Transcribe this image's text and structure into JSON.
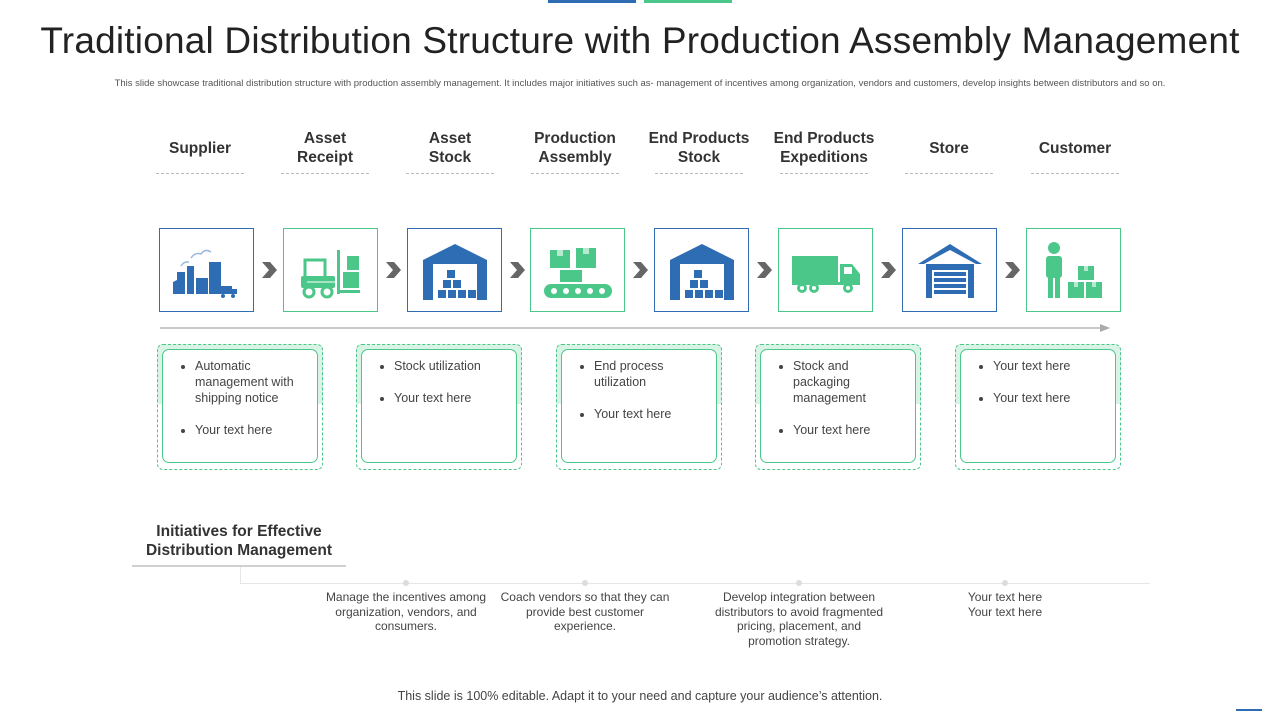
{
  "title": "Traditional Distribution Structure with Production Assembly Management",
  "subtitle": "This slide showcase traditional distribution structure with production assembly management. It includes major initiatives such as- management of incentives among organization, vendors and customers, develop insights between distributors and so on.",
  "colors": {
    "blue": "#2e6db4",
    "green": "#4cc78a",
    "chevron": "#666666"
  },
  "stages": [
    {
      "label": "Supplier",
      "icon": "factory-icon",
      "color": "blue"
    },
    {
      "label": "Asset\nReceipt",
      "icon": "forklift-icon",
      "color": "green"
    },
    {
      "label": "Asset\nStock",
      "icon": "warehouse-icon",
      "color": "blue"
    },
    {
      "label": "Production\nAssembly",
      "icon": "conveyor-belt-icon",
      "color": "green"
    },
    {
      "label": "End Products\nStock",
      "icon": "warehouse-icon",
      "color": "blue"
    },
    {
      "label": "End Products\nExpeditions",
      "icon": "truck-icon",
      "color": "green"
    },
    {
      "label": "Store",
      "icon": "store-garage-icon",
      "color": "blue"
    },
    {
      "label": "Customer",
      "icon": "customer-boxes-icon",
      "color": "green"
    }
  ],
  "cards": [
    {
      "items": [
        "Automatic management with shipping notice",
        "Your text here"
      ]
    },
    {
      "items": [
        "Stock utilization",
        "Your text here"
      ]
    },
    {
      "items": [
        "End process utilization",
        "Your text here"
      ]
    },
    {
      "items": [
        "Stock and packaging management",
        "Your text here"
      ]
    },
    {
      "items": [
        "Your text here",
        "Your text here"
      ]
    }
  ],
  "initiatives": {
    "title": "Initiatives for Effective Distribution Management",
    "items": [
      "Manage the incentives among organization, vendors, and consumers.",
      "Coach vendors so that they can provide best customer experience.",
      "Develop integration between distributors to avoid fragmented pricing, placement, and promotion strategy.",
      "Your text here\nYour text here"
    ]
  },
  "footer": "This slide is 100% editable. Adapt it to your need and capture your audience’s attention."
}
